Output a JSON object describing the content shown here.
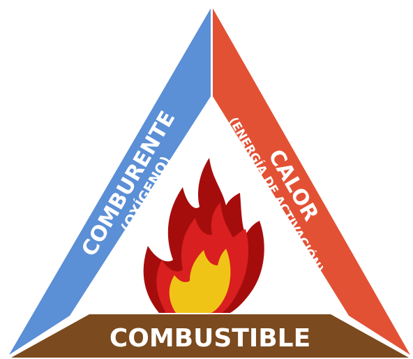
{
  "diagram": {
    "left_side": {
      "title": "COMBURENTE",
      "subtitle": "(OXÍGENO)",
      "color": "#5b8fd6"
    },
    "right_side": {
      "title": "CALOR",
      "subtitle": "(ENERGÍA DE ACTIVACIÓN)",
      "color": "#e35135"
    },
    "base": {
      "title": "COMBUSTIBLE",
      "color": "#7b4a1e"
    },
    "flame": {
      "outer_color": "#a50d0d",
      "middle_color": "#d91f1f",
      "inner_color": "#f0c417",
      "icon": "flame-icon"
    }
  }
}
